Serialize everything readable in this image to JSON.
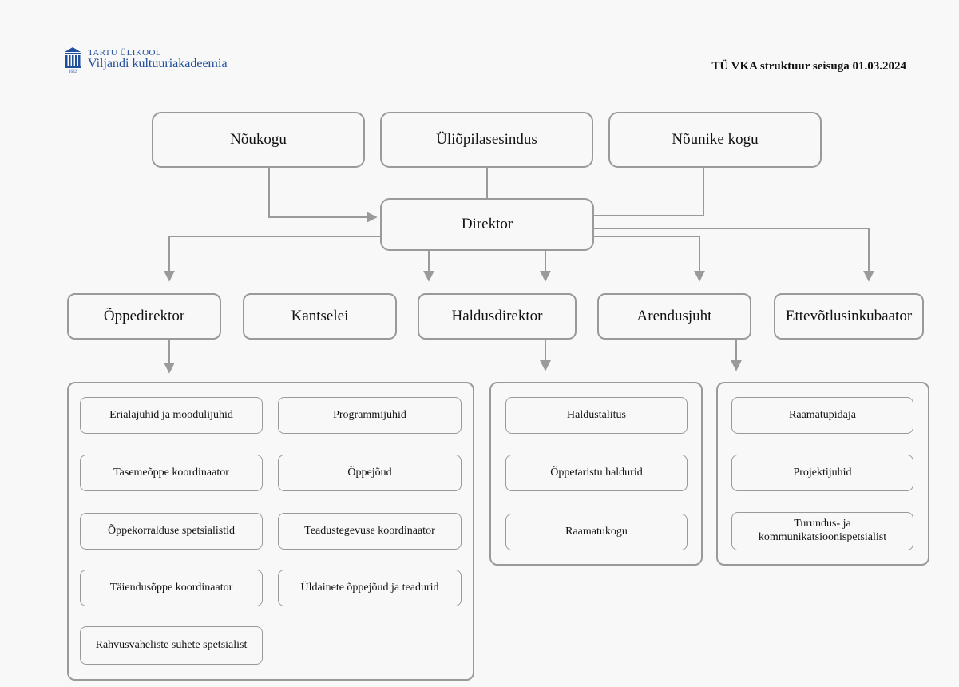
{
  "header": {
    "logo_line1": "TARTU ÜLIKOOL",
    "logo_line2": "Viljandi kultuuriakadeemia",
    "logo_year": "1632",
    "title": "TÜ VKA struktuur seisuga 01.03.2024"
  },
  "colors": {
    "line": "#9a9a9a",
    "logo": "#1f4e9c",
    "background": "#f8f8f8"
  },
  "top": [
    "Nõukogu",
    "Üliõpilasesindus",
    "Nõunike kogu"
  ],
  "director": "Direktor",
  "level2": [
    "Õppedirektor",
    "Kantselei",
    "Haldusdirektor",
    "Arendusjuht",
    "Ettevõtlusinkubaator"
  ],
  "oppe": {
    "left": [
      "Erialajuhid ja moodulijuhid",
      "Tasemeõppe koordinaator",
      "Õppekorralduse spetsialistid",
      "Täiendusõppe koordinaator",
      "Rahvusvaheliste suhete spetsialist"
    ],
    "right": [
      "Programmijuhid",
      "Õppejõud",
      "Teadustegevuse koordinaator",
      "Üldainete õppejõud ja teadurid"
    ]
  },
  "haldus": [
    "Haldustalitus",
    "Õppetaristu haldurid",
    "Raamatukogu"
  ],
  "arendus": [
    "Raamatupidaja",
    "Projektijuhid",
    "Turundus- ja kommunikatsioonispetsialist"
  ]
}
